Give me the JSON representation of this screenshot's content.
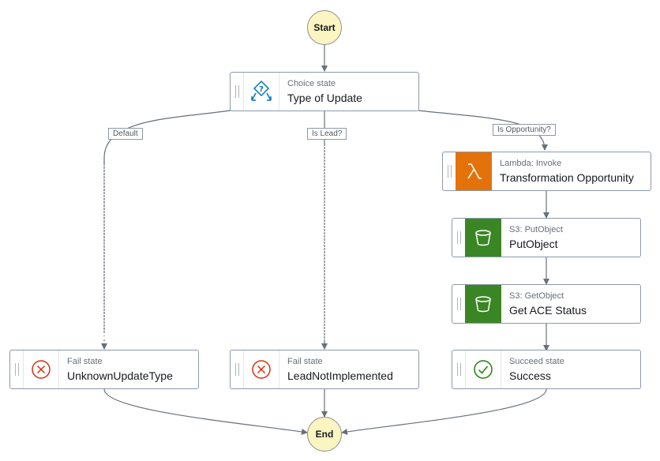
{
  "terminals": {
    "start": "Start",
    "end": "End"
  },
  "choice": {
    "kind": "Choice state",
    "title": "Type of Update",
    "icon": "choice-state-icon"
  },
  "branches": {
    "default": "Default",
    "lead": "Is Lead?",
    "opportunity": "Is Opportunity?"
  },
  "states": {
    "unknown": {
      "kind": "Fail state",
      "title": "UnknownUpdateType",
      "icon": "fail-x-icon"
    },
    "lead": {
      "kind": "Fail state",
      "title": "LeadNotImplemented",
      "icon": "fail-x-icon"
    },
    "lambda": {
      "kind": "Lambda: Invoke",
      "title": "Transformation Opportunity",
      "icon": "lambda-icon"
    },
    "put": {
      "kind": "S3: PutObject",
      "title": "PutObject",
      "icon": "s3-bucket-icon"
    },
    "get": {
      "kind": "S3: GetObject",
      "title": "Get ACE Status",
      "icon": "s3-bucket-icon"
    },
    "success": {
      "kind": "Succeed state",
      "title": "Success",
      "icon": "succeed-check-icon"
    }
  },
  "colors": {
    "terminal": "#fbf6c1",
    "edge": "#687078",
    "fail": "#d13212",
    "succeed": "#1d8102",
    "lambda": "#e4720b",
    "s3": "#3b8624",
    "choice": "#0073bb"
  }
}
